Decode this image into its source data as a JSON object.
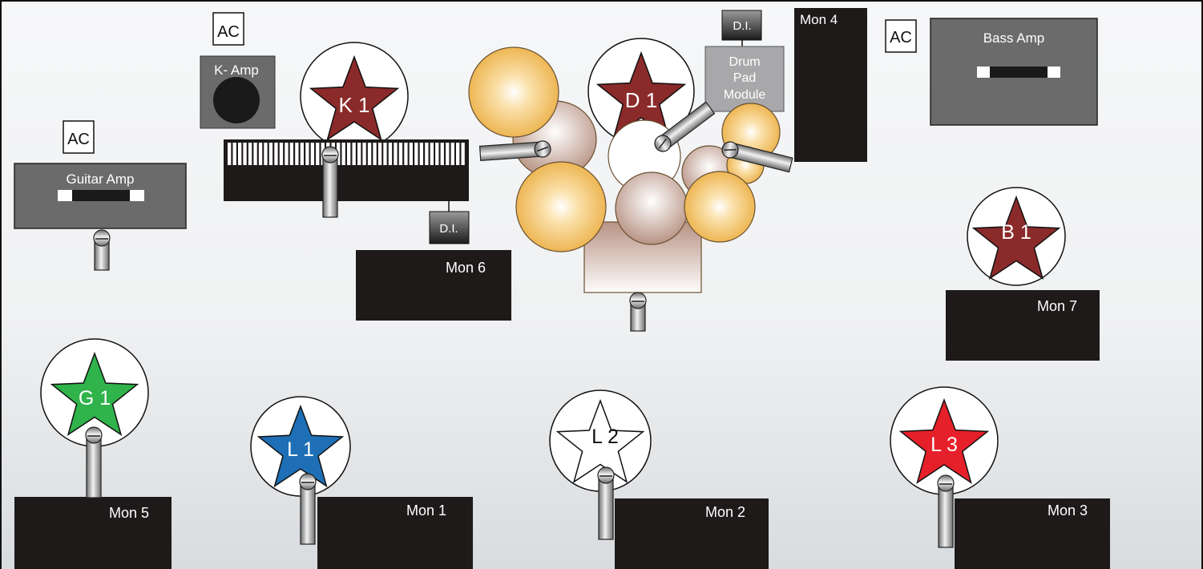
{
  "colors": {
    "stage_top": "#f7f8f9",
    "stage_bottom": "#d9dcdf",
    "black_box": "#1e1a1a",
    "amp_gray": "#6a6a6a",
    "pad_gray": "#a8a8aa",
    "star_maroon": "#8b2a2a",
    "star_green": "#2fb34a",
    "star_blue": "#1e6fb6",
    "star_white": "#ffffff",
    "star_red": "#e6202a",
    "cymbal": "#f0c060",
    "drum_shell": "#c7a698"
  },
  "ac_labels": [
    "AC",
    "AC",
    "AC"
  ],
  "amps": {
    "k_amp": "K- Amp",
    "guitar_amp": "Guitar Amp",
    "bass_amp": "Bass Amp",
    "drum_pad_module": [
      "Drum",
      "Pad",
      "Module"
    ]
  },
  "di_labels": [
    "D.I.",
    "D.I."
  ],
  "monitors": {
    "mon1": "Mon 1",
    "mon2": "Mon  2",
    "mon3": "Mon 3",
    "mon4": "Mon  4",
    "mon5": "Mon 5",
    "mon6": "Mon 6",
    "mon7": "Mon 7"
  },
  "performers": {
    "k1": "K 1",
    "d1": "D 1",
    "b1": "B 1",
    "g1": "G 1",
    "l1": "L 1",
    "l2": "L 2",
    "l3": "L 3"
  }
}
